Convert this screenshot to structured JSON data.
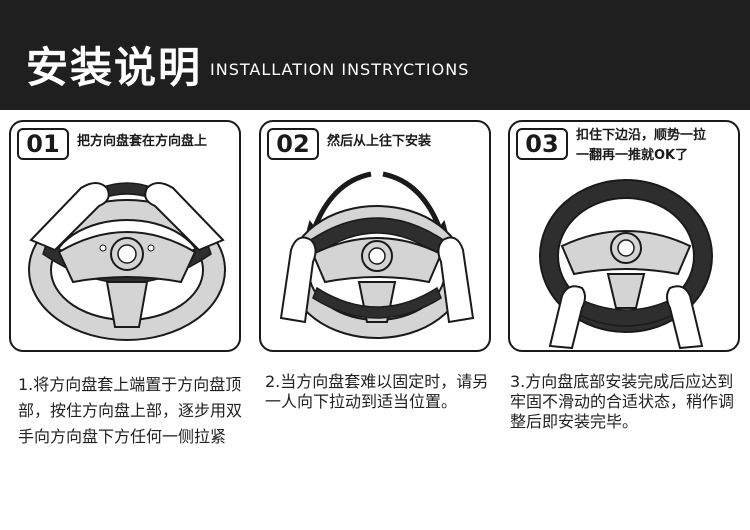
{
  "header": {
    "title": "安装说明",
    "subtitle": "INSTALLATION INSTRYCTIONS"
  },
  "steps": [
    {
      "number": "01",
      "tag": "把方向盘套在方向盘上",
      "description": "1.将方向盘套上端置于方向盘顶部，按住方向盘上部，逐步用双手向方向盘下方任何一侧拉紧"
    },
    {
      "number": "02",
      "tag": "然后从上往下安装",
      "description": "2.当方向盘套难以固定时，请另一人向下拉动到适当位置。"
    },
    {
      "number": "03",
      "tag_line1": "扣住下边沿，顺势一拉",
      "tag_line2": "一翻再一推就OK了",
      "description": "3.方向盘底部安装完成后应达到牢固不滑动的合适状态，稍作调整后即安装完毕。"
    }
  ],
  "colors": {
    "header_bg": "#1f1f1f",
    "cover": "#2e2e2e",
    "wheel_light": "#d4d4d4",
    "outline": "#1a1a1a"
  }
}
